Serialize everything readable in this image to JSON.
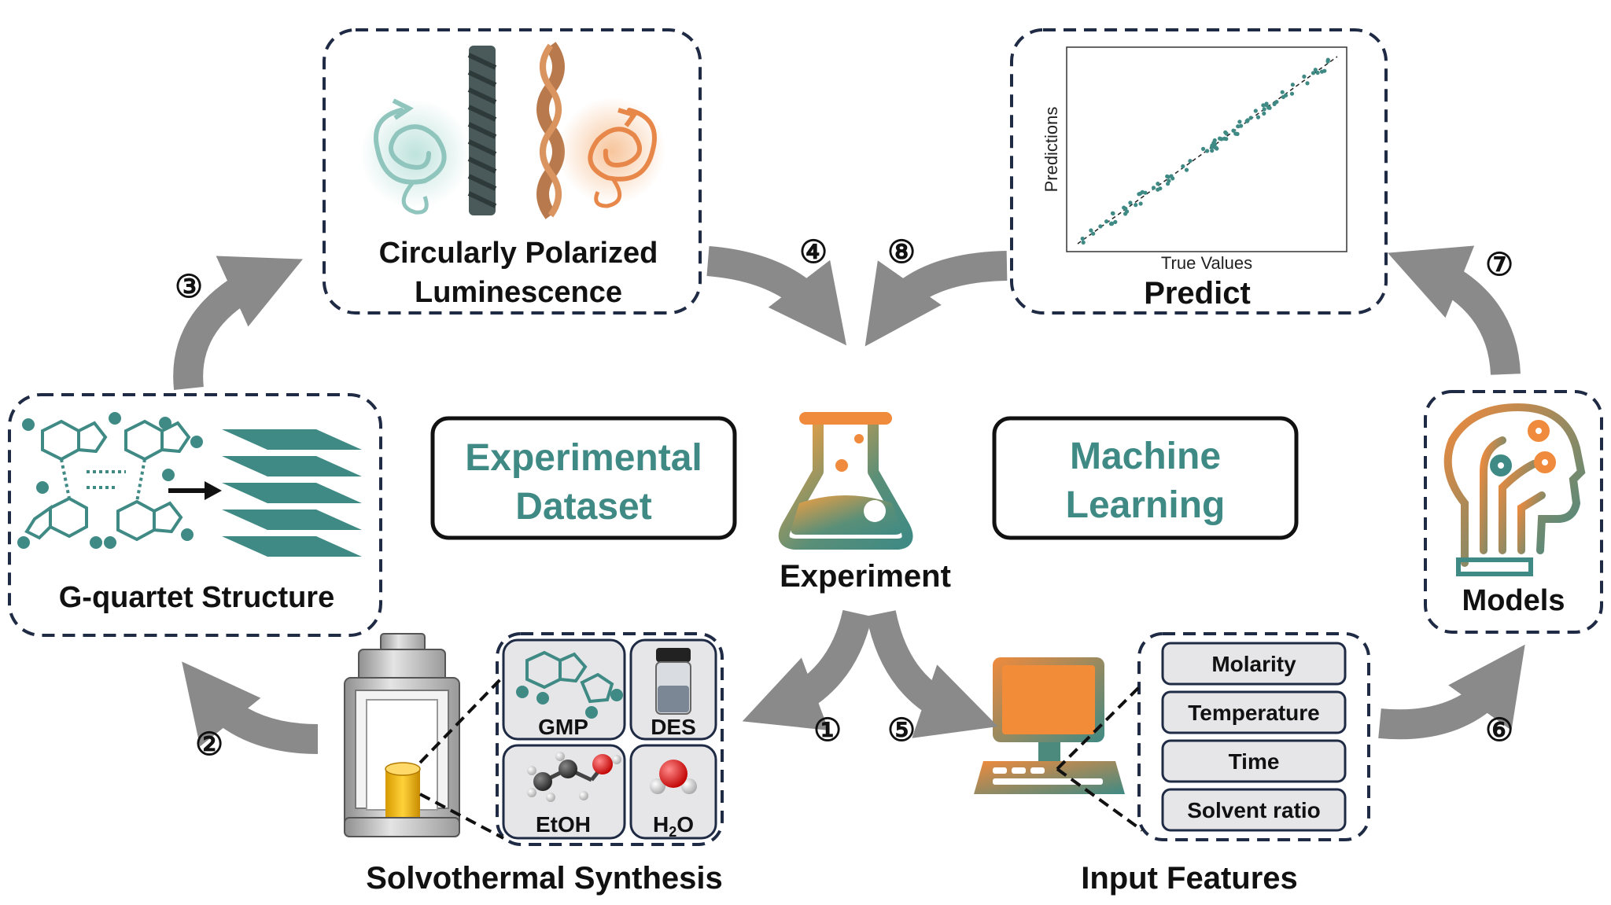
{
  "center": {
    "label": "Experiment"
  },
  "panels": {
    "cpl": "Circularly Polarized\nLuminescence",
    "predict": "Predict",
    "gquartet": "G-quartet Structure",
    "models": "Models",
    "solvothermal": "Solvothermal Synthesis",
    "input_features": "Input Features"
  },
  "boxes": {
    "experimental_dataset": "Experimental\nDataset",
    "machine_learning": "Machine\nLearning"
  },
  "predict_plot": {
    "xlabel": "True Values",
    "ylabel": "Predictions"
  },
  "reagents": {
    "gmp": "GMP",
    "des": "DES",
    "etoh": "EtOH",
    "water_main": "H",
    "water_sub": "2",
    "water_end": "O"
  },
  "features": [
    "Molarity",
    "Temperature",
    "Time",
    "Solvent ratio"
  ],
  "steps": [
    "①",
    "②",
    "③",
    "④",
    "⑤",
    "⑥",
    "⑦",
    "⑧"
  ],
  "colors": {
    "teal": "#3f8a84",
    "orange": "#f08a3c",
    "arrow": "#8a8a8a",
    "border": "#1f2a44"
  }
}
